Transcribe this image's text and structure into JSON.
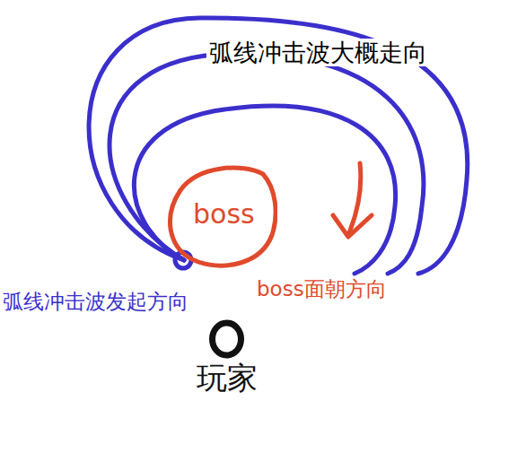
{
  "diagram": {
    "nodes": [
      {
        "text": [
          "boss"
        ]
      },
      {
        "text": [
          "玩家"
        ]
      }
    ],
    "labels": [
      "弧线冲击波大概走向",
      "弧线冲击波发起方向",
      "boss面朝方向"
    ]
  }
}
